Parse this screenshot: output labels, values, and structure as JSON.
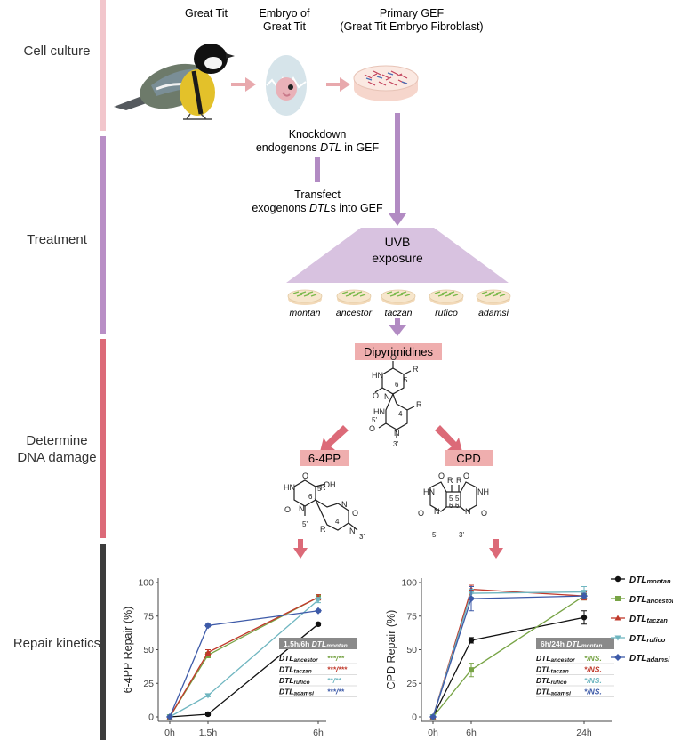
{
  "sections": [
    {
      "label": "Cell culture",
      "color": "#f2c6cc"
    },
    {
      "label": "Treatment",
      "color": "#b98fc6"
    },
    {
      "label": "Determine\nDNA damage",
      "color": "#dc6a78"
    },
    {
      "label": "Repair kinetics",
      "color": "#3c3c3c"
    }
  ],
  "culture": {
    "bird_label": "Great Tit",
    "embryo_label": "Embryo of\nGreat Tit",
    "gef_label": "Primary GEF\n(Great Tit Embryo Fibroblast)"
  },
  "treatment": {
    "knockdown_line1": "Knockdown",
    "knockdown_line2_a": "endogenons ",
    "knockdown_line2_b": "DTL",
    "knockdown_line2_c": " in GEF",
    "transfect_line1": "Transfect",
    "transfect_line2_a": "exogenons ",
    "transfect_line2_b": "DTL",
    "transfect_line2_c": "s into GEF",
    "uvb_line1": "UVB",
    "uvb_line2": "exposure",
    "dishes": [
      "montan",
      "ancestor",
      "taczan",
      "rufico",
      "adamsi"
    ]
  },
  "damage": {
    "dipyrimidines": "Dipyrimidines",
    "pp64": "6-4PP",
    "cpd": "CPD"
  },
  "colors": {
    "montan": "#111111",
    "ancestor": "#78a446",
    "taczan": "#c0392b",
    "rufico": "#6fb6c0",
    "adamsi": "#3d5aa8",
    "arrow": "#e28a8e",
    "purple": "#b28bc3"
  },
  "legend": [
    {
      "prefix": "DTL",
      "sub": "montan",
      "key": "montan"
    },
    {
      "prefix": "DTL",
      "sub": "ancestor",
      "key": "ancestor"
    },
    {
      "prefix": "DTL",
      "sub": "taczan",
      "key": "taczan"
    },
    {
      "prefix": "DTL",
      "sub": "rufico",
      "key": "rufico"
    },
    {
      "prefix": "DTL",
      "sub": "adamsi",
      "key": "adamsi"
    }
  ],
  "chart_data": [
    {
      "type": "line",
      "ylabel": "6-4PP Repair (%)",
      "x": [
        "0h",
        "1.5h",
        "6h"
      ],
      "ylim": [
        0,
        100
      ],
      "yticks": [
        0,
        25,
        50,
        75,
        100
      ],
      "series": [
        {
          "name": "DTLmontan",
          "key": "montan",
          "values": [
            0,
            2,
            69
          ],
          "err": [
            0,
            1,
            1
          ]
        },
        {
          "name": "DTLancestor",
          "key": "ancestor",
          "values": [
            0,
            46,
            89
          ],
          "err": [
            0,
            2,
            2
          ]
        },
        {
          "name": "DTLtaczan",
          "key": "taczan",
          "values": [
            0,
            48,
            89
          ],
          "err": [
            0,
            2,
            2
          ]
        },
        {
          "name": "DTLrufico",
          "key": "rufico",
          "values": [
            0,
            16,
            87
          ],
          "err": [
            0,
            1,
            2
          ]
        },
        {
          "name": "DTLadamsi",
          "key": "adamsi",
          "values": [
            0,
            68,
            79
          ],
          "err": [
            0,
            1,
            1
          ]
        }
      ],
      "stats_header": "1.5h/6h",
      "stats_ref": {
        "prefix": "DTL",
        "sub": "montan"
      },
      "stats": [
        {
          "prefix": "DTL",
          "sub": "ancestor",
          "key": "ancestor",
          "sig": "***/**"
        },
        {
          "prefix": "DTL",
          "sub": "taczan",
          "key": "taczan",
          "sig": "***/***"
        },
        {
          "prefix": "DTL",
          "sub": "rufico",
          "key": "rufico",
          "sig": "**/**"
        },
        {
          "prefix": "DTL",
          "sub": "adamsi",
          "key": "adamsi",
          "sig": "***/**"
        }
      ]
    },
    {
      "type": "line",
      "ylabel": "CPD Repair (%)",
      "x": [
        "0h",
        "6h",
        "24h"
      ],
      "ylim": [
        0,
        100
      ],
      "yticks": [
        0,
        25,
        50,
        75,
        100
      ],
      "series": [
        {
          "name": "DTLmontan",
          "key": "montan",
          "values": [
            0,
            57,
            74
          ],
          "err": [
            0,
            2,
            5
          ]
        },
        {
          "name": "DTLancestor",
          "key": "ancestor",
          "values": [
            0,
            35,
            90
          ],
          "err": [
            0,
            5,
            3
          ]
        },
        {
          "name": "DTLtaczan",
          "key": "taczan",
          "values": [
            0,
            95,
            90
          ],
          "err": [
            0,
            3,
            3
          ]
        },
        {
          "name": "DTLrufico",
          "key": "rufico",
          "values": [
            0,
            92,
            93
          ],
          "err": [
            0,
            3,
            4
          ]
        },
        {
          "name": "DTLadamsi",
          "key": "adamsi",
          "values": [
            0,
            88,
            90
          ],
          "err": [
            0,
            9,
            2
          ]
        }
      ],
      "stats_header": "6h/24h",
      "stats_ref": {
        "prefix": "DTL",
        "sub": "montan"
      },
      "stats": [
        {
          "prefix": "DTL",
          "sub": "ancestor",
          "key": "ancestor",
          "sig": "*/NS."
        },
        {
          "prefix": "DTL",
          "sub": "taczan",
          "key": "taczan",
          "sig": "*/NS."
        },
        {
          "prefix": "DTL",
          "sub": "rufico",
          "key": "rufico",
          "sig": "*/NS."
        },
        {
          "prefix": "DTL",
          "sub": "adamsi",
          "key": "adamsi",
          "sig": "*/NS."
        }
      ]
    }
  ]
}
